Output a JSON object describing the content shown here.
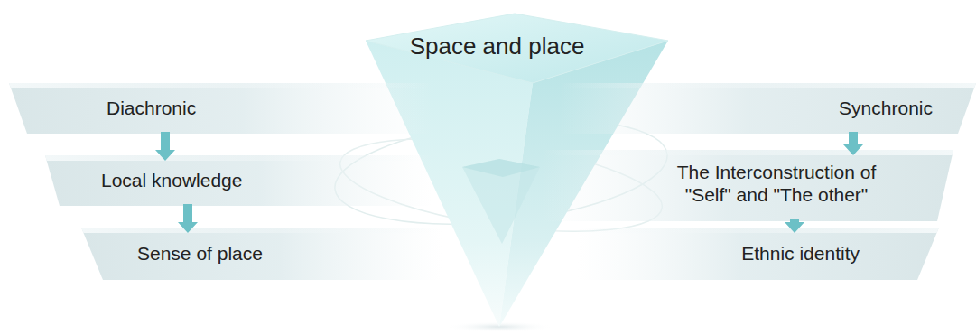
{
  "diagram": {
    "nodes": [
      {
        "text": [
          "Space and place"
        ]
      },
      {
        "text": [
          "Diachronic"
        ]
      },
      {
        "text": [
          "Local knowledge"
        ]
      },
      {
        "text": [
          "Sense of place"
        ]
      },
      {
        "text": [
          "Synchronic"
        ]
      },
      {
        "text": [
          "The Interconstruction of \"Self\" and \"The other\""
        ]
      },
      {
        "text": [
          "Ethnic identity"
        ]
      }
    ],
    "edges": [
      {
        "from": 1,
        "to": 2,
        "arrow": "to"
      },
      {
        "from": 2,
        "to": 3,
        "arrow": "to"
      },
      {
        "from": 4,
        "to": 5,
        "arrow": "to"
      },
      {
        "from": 5,
        "to": 6,
        "arrow": "to"
      }
    ]
  }
}
